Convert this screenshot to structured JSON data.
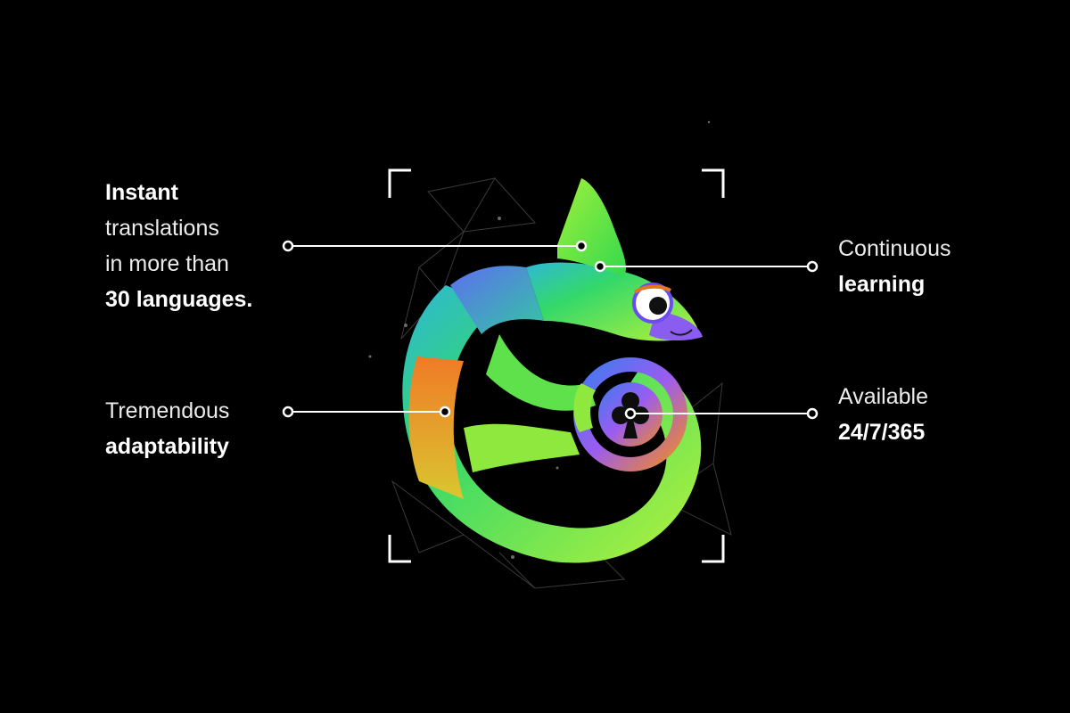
{
  "features": {
    "instant": {
      "title": "Instant",
      "line1": "translations",
      "line2": "in more than",
      "highlight": "30 languages."
    },
    "adaptability": {
      "line1": "Tremendous",
      "highlight": "adaptability"
    },
    "learning": {
      "line1": "Continuous",
      "highlight": "learning"
    },
    "availability": {
      "line1": "Available",
      "highlight": "24/7/365"
    }
  },
  "colors": {
    "background": "#000000",
    "text": "#ffffff",
    "connector": "#ffffff",
    "mascot_green": "#3ddc3a",
    "mascot_lime": "#b8f23a",
    "mascot_orange": "#f08a24",
    "mascot_blue": "#3b7cf0",
    "mascot_purple": "#9b5cf0"
  },
  "icons": {
    "mascot": "chameleon",
    "center": "club-suit",
    "frame": "corner-brackets"
  }
}
